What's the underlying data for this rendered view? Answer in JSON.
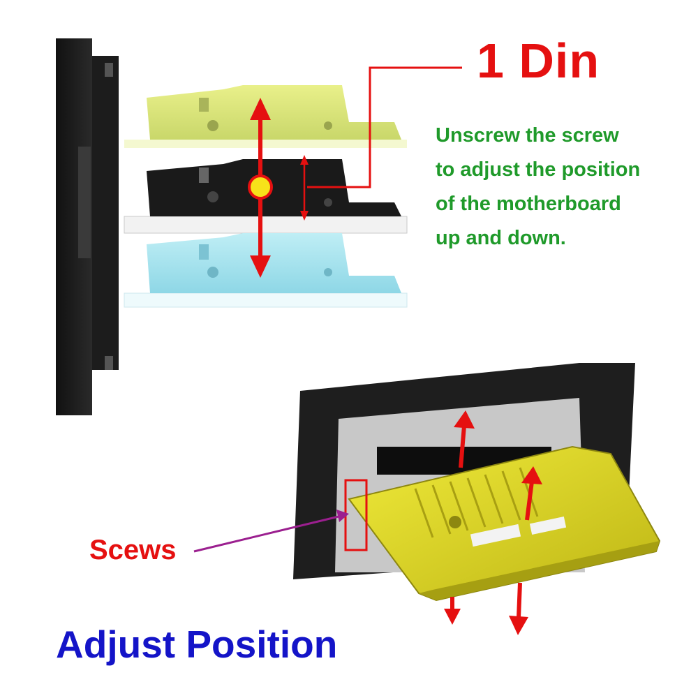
{
  "header": {
    "title": "1 Din"
  },
  "description": {
    "lines": [
      "Unscrew the screw",
      "to adjust the position",
      "of the motherboard",
      "up and down."
    ]
  },
  "labels": {
    "screws": "Scews",
    "adjust": "Adjust Position"
  },
  "colors": {
    "title": "#e51010",
    "description": "#1f9a2a",
    "adjust": "#1414c8",
    "arrow": "#e51010",
    "pointer": "#9b1f8f",
    "knob": "#f7e21a",
    "bracket_top": "#d9e87a",
    "bracket_bottom": "#a9e3ee",
    "main_board": "#d8d21c"
  },
  "icons": {
    "center_knob": "circle-icon",
    "arrows": "arrow-icon"
  }
}
